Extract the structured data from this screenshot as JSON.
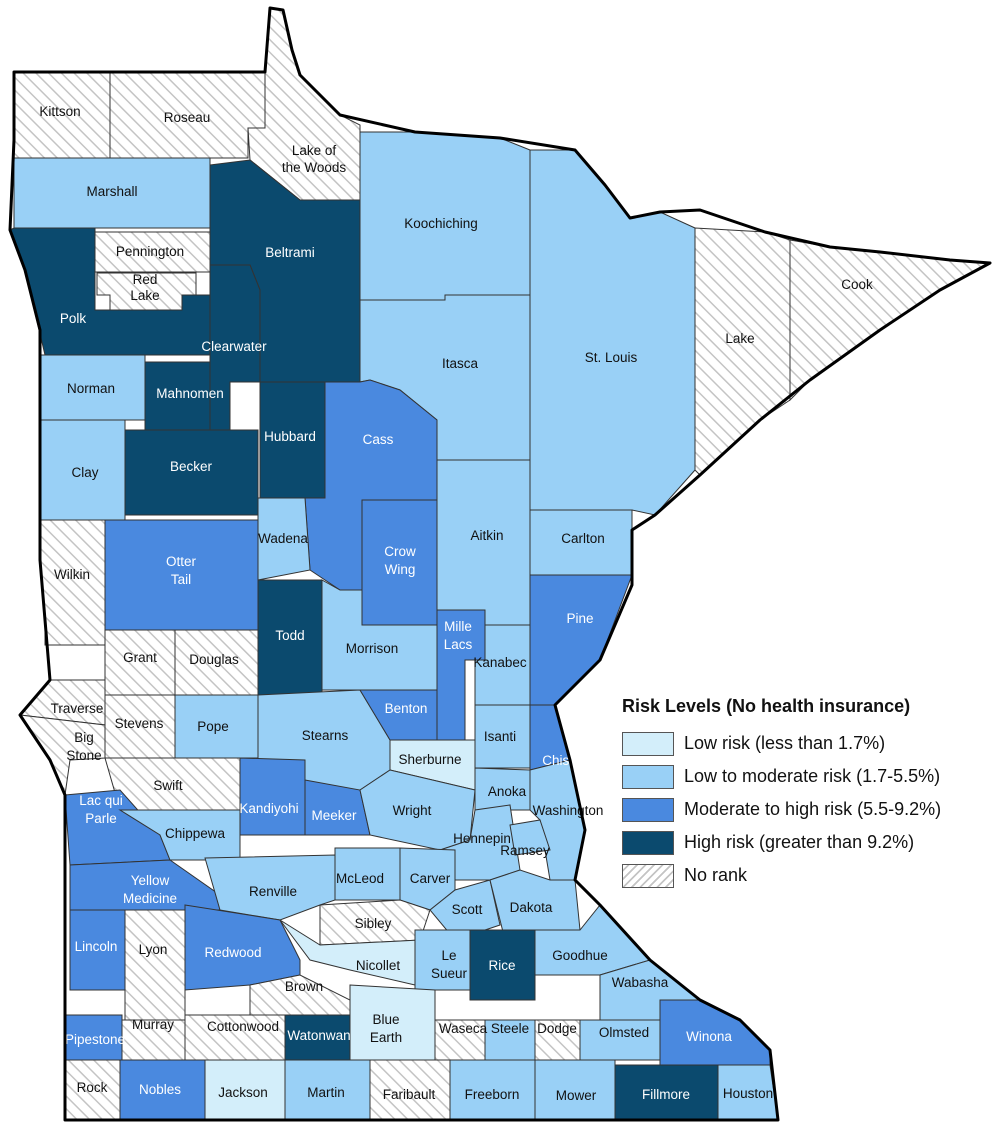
{
  "legend": {
    "title": "Risk Levels (No health insurance)",
    "items": [
      {
        "key": "low",
        "label": "Low risk (less than 1.7%)",
        "color": "#d3eefa"
      },
      {
        "key": "lowmod",
        "label": "Low to moderate risk (1.7-5.5%)",
        "color": "#99d0f6"
      },
      {
        "key": "modhigh",
        "label": "Moderate to high risk (5.5-9.2%)",
        "color": "#4a89df"
      },
      {
        "key": "high",
        "label": "High risk (greater than 9.2%)",
        "color": "#0b4a6e"
      },
      {
        "key": "norank",
        "label": "No rank",
        "color": "hatch"
      }
    ]
  },
  "counties": [
    {
      "name": "Kittson",
      "level": "norank"
    },
    {
      "name": "Roseau",
      "level": "norank"
    },
    {
      "name": "Lake of the Woods",
      "level": "norank"
    },
    {
      "name": "Marshall",
      "level": "lowmod"
    },
    {
      "name": "Pennington",
      "level": "norank"
    },
    {
      "name": "Red Lake",
      "level": "norank"
    },
    {
      "name": "Polk",
      "level": "high"
    },
    {
      "name": "Beltrami",
      "level": "high"
    },
    {
      "name": "Clearwater",
      "level": "high"
    },
    {
      "name": "Koochiching",
      "level": "lowmod"
    },
    {
      "name": "St. Louis",
      "level": "lowmod"
    },
    {
      "name": "Lake",
      "level": "norank"
    },
    {
      "name": "Cook",
      "level": "norank"
    },
    {
      "name": "Itasca",
      "level": "lowmod"
    },
    {
      "name": "Norman",
      "level": "lowmod"
    },
    {
      "name": "Mahnomen",
      "level": "high"
    },
    {
      "name": "Hubbard",
      "level": "high"
    },
    {
      "name": "Cass",
      "level": "modhigh"
    },
    {
      "name": "Clay",
      "level": "lowmod"
    },
    {
      "name": "Becker",
      "level": "high"
    },
    {
      "name": "Wadena",
      "level": "lowmod"
    },
    {
      "name": "Crow Wing",
      "level": "modhigh"
    },
    {
      "name": "Aitkin",
      "level": "lowmod"
    },
    {
      "name": "Carlton",
      "level": "lowmod"
    },
    {
      "name": "Wilkin",
      "level": "norank"
    },
    {
      "name": "Otter Tail",
      "level": "modhigh"
    },
    {
      "name": "Todd",
      "level": "high"
    },
    {
      "name": "Morrison",
      "level": "lowmod"
    },
    {
      "name": "Mille Lacs",
      "level": "modhigh"
    },
    {
      "name": "Kanabec",
      "level": "lowmod"
    },
    {
      "name": "Pine",
      "level": "modhigh"
    },
    {
      "name": "Grant",
      "level": "norank"
    },
    {
      "name": "Douglas",
      "level": "norank"
    },
    {
      "name": "Traverse",
      "level": "norank"
    },
    {
      "name": "Stevens",
      "level": "norank"
    },
    {
      "name": "Pope",
      "level": "lowmod"
    },
    {
      "name": "Stearns",
      "level": "lowmod"
    },
    {
      "name": "Benton",
      "level": "modhigh"
    },
    {
      "name": "Isanti",
      "level": "lowmod"
    },
    {
      "name": "Big Stone",
      "level": "norank"
    },
    {
      "name": "Swift",
      "level": "norank"
    },
    {
      "name": "Sherburne",
      "level": "low"
    },
    {
      "name": "Chisago",
      "level": "modhigh"
    },
    {
      "name": "Kandiyohi",
      "level": "modhigh"
    },
    {
      "name": "Meeker",
      "level": "modhigh"
    },
    {
      "name": "Wright",
      "level": "lowmod"
    },
    {
      "name": "Anoka",
      "level": "lowmod"
    },
    {
      "name": "Washington",
      "level": "lowmod"
    },
    {
      "name": "Lac qui Parle",
      "level": "modhigh"
    },
    {
      "name": "Chippewa",
      "level": "lowmod"
    },
    {
      "name": "Hennepin",
      "level": "lowmod"
    },
    {
      "name": "Ramsey",
      "level": "lowmod"
    },
    {
      "name": "Yellow Medicine",
      "level": "modhigh"
    },
    {
      "name": "Renville",
      "level": "lowmod"
    },
    {
      "name": "McLeod",
      "level": "lowmod"
    },
    {
      "name": "Carver",
      "level": "lowmod"
    },
    {
      "name": "Scott",
      "level": "lowmod"
    },
    {
      "name": "Dakota",
      "level": "lowmod"
    },
    {
      "name": "Sibley",
      "level": "norank"
    },
    {
      "name": "Lincoln",
      "level": "modhigh"
    },
    {
      "name": "Lyon",
      "level": "norank"
    },
    {
      "name": "Redwood",
      "level": "modhigh"
    },
    {
      "name": "Nicollet",
      "level": "low"
    },
    {
      "name": "Le Sueur",
      "level": "lowmod"
    },
    {
      "name": "Rice",
      "level": "high"
    },
    {
      "name": "Goodhue",
      "level": "lowmod"
    },
    {
      "name": "Wabasha",
      "level": "lowmod"
    },
    {
      "name": "Brown",
      "level": "norank"
    },
    {
      "name": "Pipestone",
      "level": "modhigh"
    },
    {
      "name": "Murray",
      "level": "norank"
    },
    {
      "name": "Cottonwood",
      "level": "norank"
    },
    {
      "name": "Watonwan",
      "level": "high"
    },
    {
      "name": "Blue Earth",
      "level": "low"
    },
    {
      "name": "Waseca",
      "level": "norank"
    },
    {
      "name": "Steele",
      "level": "lowmod"
    },
    {
      "name": "Dodge",
      "level": "norank"
    },
    {
      "name": "Olmsted",
      "level": "lowmod"
    },
    {
      "name": "Winona",
      "level": "modhigh"
    },
    {
      "name": "Rock",
      "level": "norank"
    },
    {
      "name": "Nobles",
      "level": "modhigh"
    },
    {
      "name": "Jackson",
      "level": "low"
    },
    {
      "name": "Martin",
      "level": "lowmod"
    },
    {
      "name": "Faribault",
      "level": "norank"
    },
    {
      "name": "Freeborn",
      "level": "lowmod"
    },
    {
      "name": "Mower",
      "level": "lowmod"
    },
    {
      "name": "Fillmore",
      "level": "high"
    },
    {
      "name": "Houston",
      "level": "lowmod"
    }
  ]
}
